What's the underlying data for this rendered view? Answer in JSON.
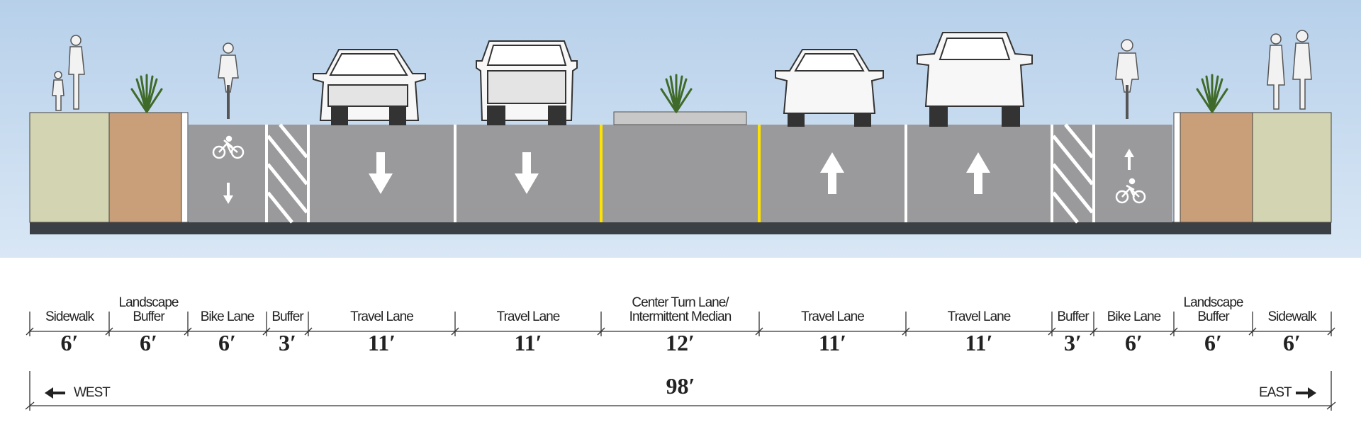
{
  "segments": [
    {
      "label": "Sidewalk",
      "width": "6′"
    },
    {
      "label": "Landscape\nBuffer",
      "width": "6′"
    },
    {
      "label": "Bike Lane",
      "width": "6′"
    },
    {
      "label": "Buffer",
      "width": "3′"
    },
    {
      "label": "Travel Lane",
      "width": "11′"
    },
    {
      "label": "Travel Lane",
      "width": "11′"
    },
    {
      "label": "Center Turn Lane/\nIntermittent Median",
      "width": "12′"
    },
    {
      "label": "Travel Lane",
      "width": "11′"
    },
    {
      "label": "Travel Lane",
      "width": "11′"
    },
    {
      "label": "Buffer",
      "width": "3′"
    },
    {
      "label": "Bike Lane",
      "width": "6′"
    },
    {
      "label": "Landscape\nBuffer",
      "width": "6′"
    },
    {
      "label": "Sidewalk",
      "width": "6′"
    }
  ],
  "total_width": "98′",
  "west_label": "WEST",
  "east_label": "EAST",
  "colors": {
    "sky_top": "#b7d0ea",
    "sky_bottom": "#d9e7f5",
    "asphalt": "#9a9a9c",
    "sidewalk": "#d3d4b1",
    "landscape": "#c89f78",
    "median": "#c8c8c8",
    "yellow_line": "#ffe300",
    "base": "#3b4044"
  }
}
